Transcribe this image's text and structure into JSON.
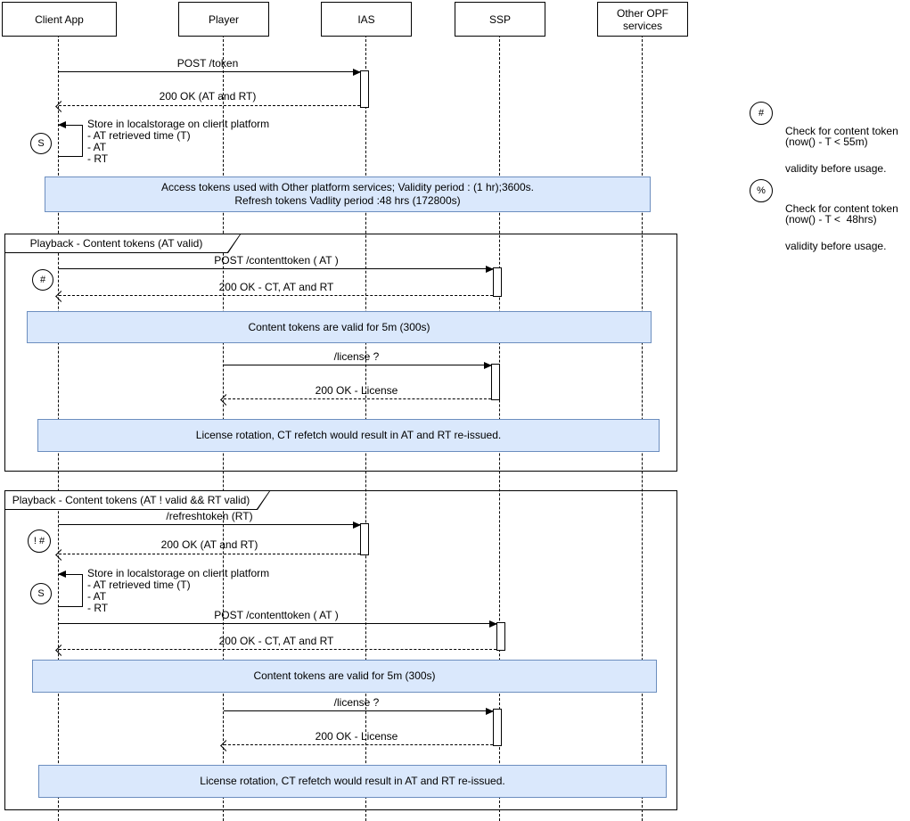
{
  "actors": [
    {
      "label": "Client App"
    },
    {
      "label": "Player"
    },
    {
      "label": "IAS"
    },
    {
      "label": "SSP"
    },
    {
      "label": "Other OPF services"
    }
  ],
  "messages": [
    {
      "label": "POST /token"
    },
    {
      "label": "200 OK (AT and RT)"
    },
    {
      "label": "POST /contenttoken ( AT )"
    },
    {
      "label": "200 OK - CT, AT and RT"
    },
    {
      "label": "/license ?"
    },
    {
      "label": "200 OK - License"
    },
    {
      "label": "/refreshtoken (RT)"
    },
    {
      "label": "200 OK (AT and RT)"
    },
    {
      "label": "POST /contenttoken ( AT )"
    },
    {
      "label": "200 OK - CT, AT and RT"
    },
    {
      "label": "/license ?"
    },
    {
      "label": "200 OK - License"
    }
  ],
  "self_messages": [
    {
      "lines": [
        "Store in localstorage on client platform",
        "- AT retrieved time (T)",
        "- AT",
        "- RT"
      ]
    },
    {
      "lines": [
        "Store in localstorage on client platform",
        "- AT retrieved time (T)",
        "- AT",
        "- RT"
      ]
    }
  ],
  "notes": [
    {
      "line1": "Access tokens used with Other platform services; Validity period : (1 hr);3600s.",
      "line2": "Refresh tokens Vadlity period :48 hrs (172800s)"
    },
    {
      "text": "Content tokens are valid for 5m (300s)"
    },
    {
      "text": "License rotation, CT refetch would result in AT and RT re-issued."
    },
    {
      "text": "Content tokens are valid for 5m (300s)"
    },
    {
      "text": "License rotation, CT refetch would result in AT and RT re-issued."
    }
  ],
  "frames": [
    {
      "title": "Playback - Content tokens (AT valid)"
    },
    {
      "title": "Playback - Content tokens (AT ! valid && RT valid)"
    }
  ],
  "markers": [
    {
      "symbol": "S"
    },
    {
      "symbol": "#"
    },
    {
      "symbol": "! #"
    },
    {
      "symbol": "S"
    }
  ],
  "legend": [
    {
      "symbol": "#",
      "line1": "Check for content token",
      "line2": "validity before usage.",
      "formula": "(now() - T < 55m)"
    },
    {
      "symbol": "%",
      "line1": "Check for content token",
      "line2": "validity before usage.",
      "formula": "(now() - T <  48hrs)"
    }
  ],
  "colors": {
    "note_fill": "#dae8fc",
    "note_border": "#6c8ebf"
  }
}
